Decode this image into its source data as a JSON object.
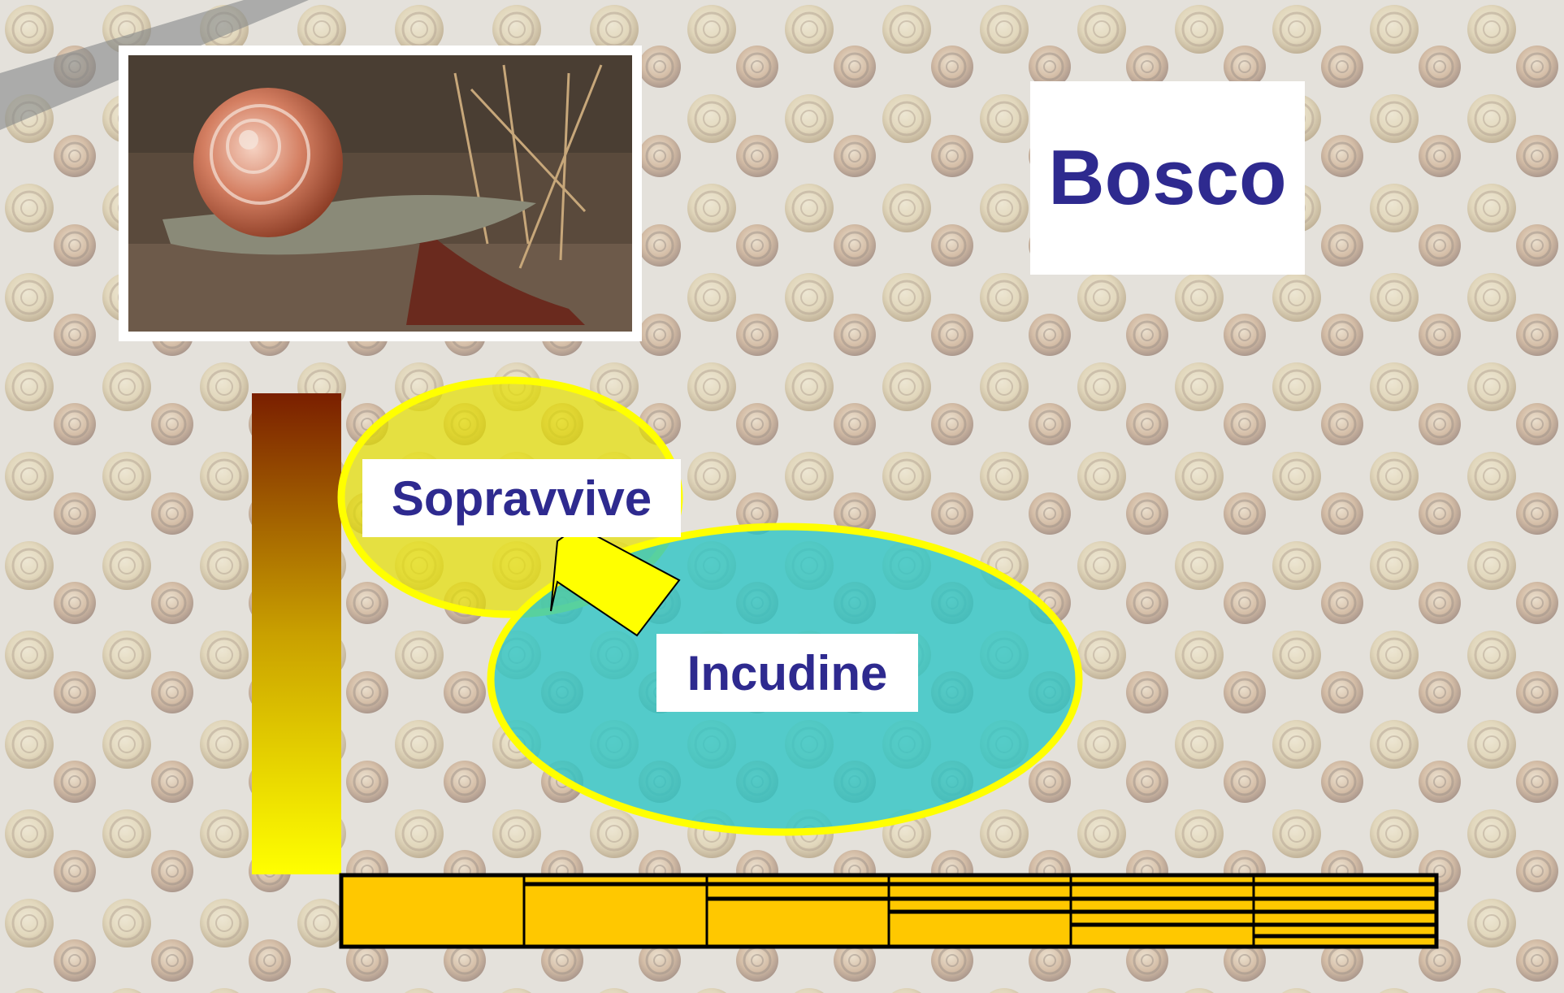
{
  "labels": {
    "habitat": "Bosco",
    "survives": "Sopravvive",
    "anvil": "Incudine"
  },
  "colors": {
    "label_text": "#2e2a8f",
    "ellipse_outline": "#ffff00",
    "survives_fill": "#e6e000",
    "anvil_fill": "#2ec6c6",
    "arrow_fill": "#ffff00",
    "gradient_top": "#7a1f00",
    "gradient_bottom": "#ffff00",
    "bar_fill": "#ffc800"
  },
  "images": {
    "background": "snails-on-pavement",
    "inset": "brown-snail-on-ground"
  }
}
